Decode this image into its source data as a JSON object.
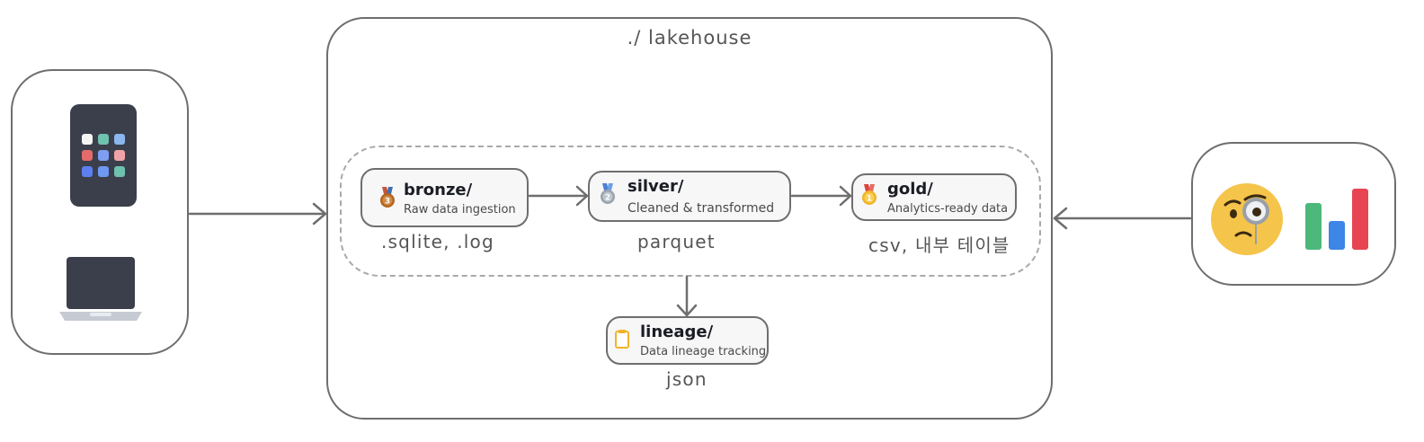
{
  "lakehouse": {
    "title": "./ lakehouse"
  },
  "layers": {
    "bronze": {
      "name": "bronze/",
      "description": "Raw data ingestion",
      "format": ".sqlite, .log",
      "medal_number": "3"
    },
    "silver": {
      "name": "silver/",
      "description": "Cleaned & transformed",
      "format": "parquet",
      "medal_number": "2"
    },
    "gold": {
      "name": "gold/",
      "description": "Analytics-ready data",
      "format": "csv, 내부 테이블",
      "medal_number": "1"
    }
  },
  "lineage": {
    "name": "lineage/",
    "description": "Data lineage tracking",
    "format": "json"
  },
  "sources": {
    "icons": [
      "tablet-icon",
      "laptop-icon"
    ]
  },
  "consumers": {
    "icons": [
      "monocle-face-icon",
      "bar-chart-icon"
    ]
  },
  "colors": {
    "border": "#6e6e6e",
    "dashed_border": "#a9a9a9",
    "node_bg": "#f7f7f8",
    "device_dark": "#3a3f4b",
    "bar_green": "#4cb87a",
    "bar_blue": "#3d85e6",
    "bar_red": "#e84552",
    "face_yellow": "#f5c44a"
  }
}
